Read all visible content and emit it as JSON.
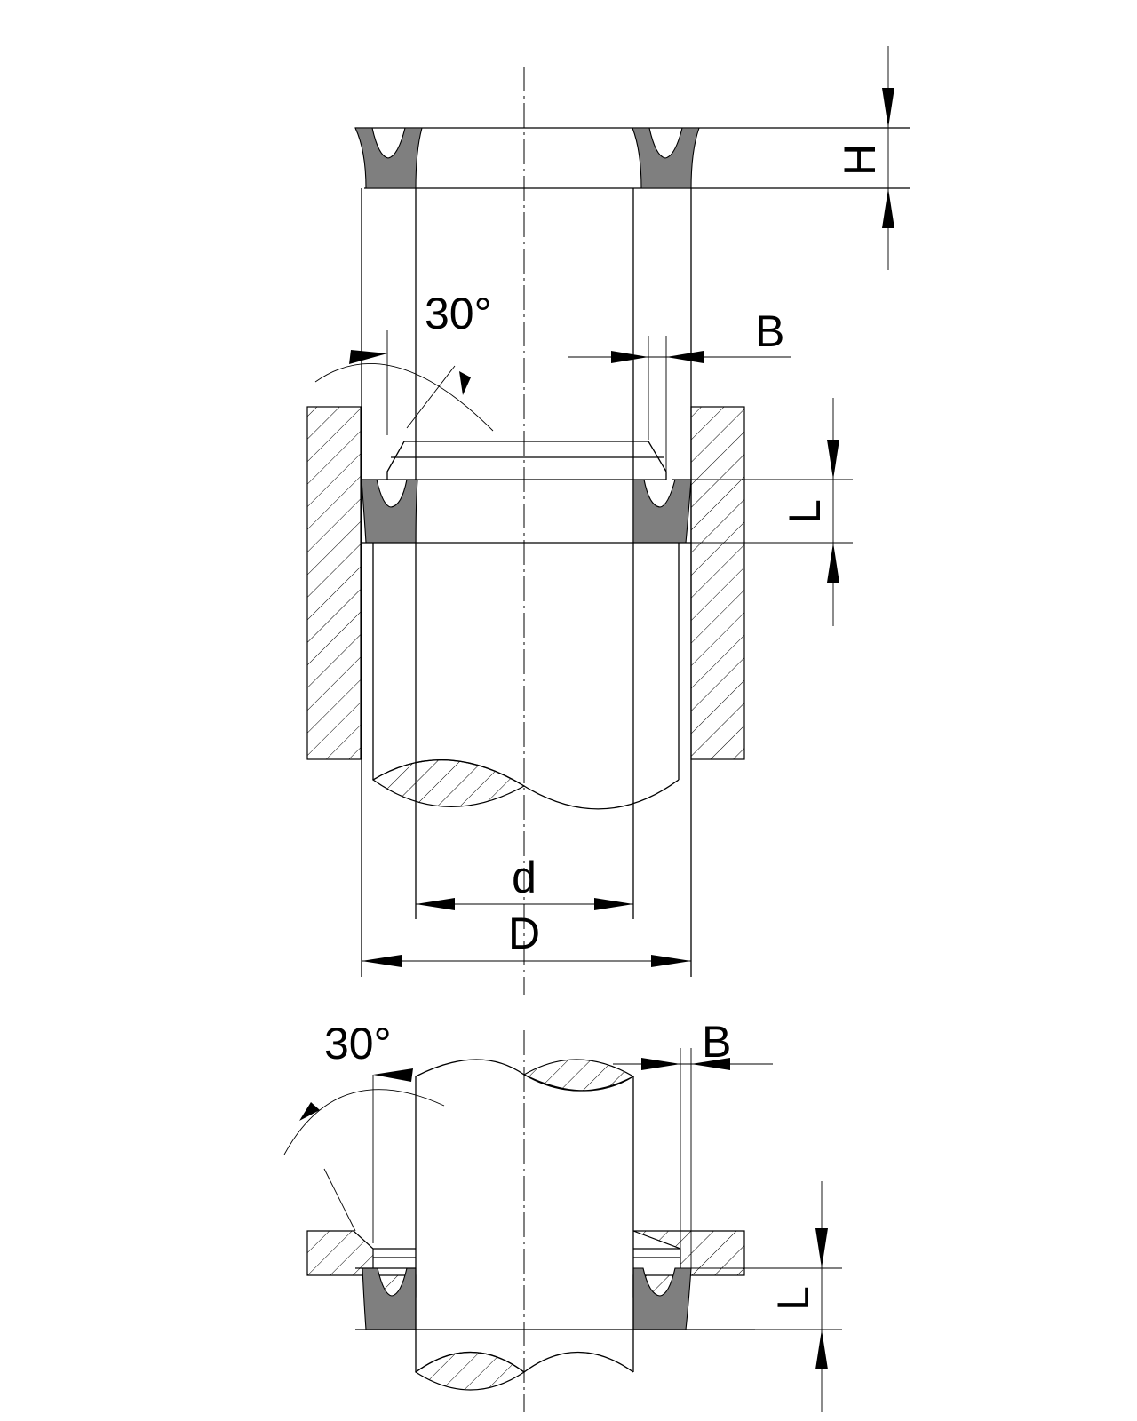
{
  "colors": {
    "seal": "#7f7f7f",
    "line": "#000000",
    "background": "#ffffff"
  },
  "labels": {
    "H": "H",
    "angle_top": "30°",
    "B_top": "B",
    "L_top": "L",
    "d": "d",
    "D": "D",
    "angle_bottom": "30°",
    "B_bottom": "B",
    "L_bottom": "L"
  }
}
